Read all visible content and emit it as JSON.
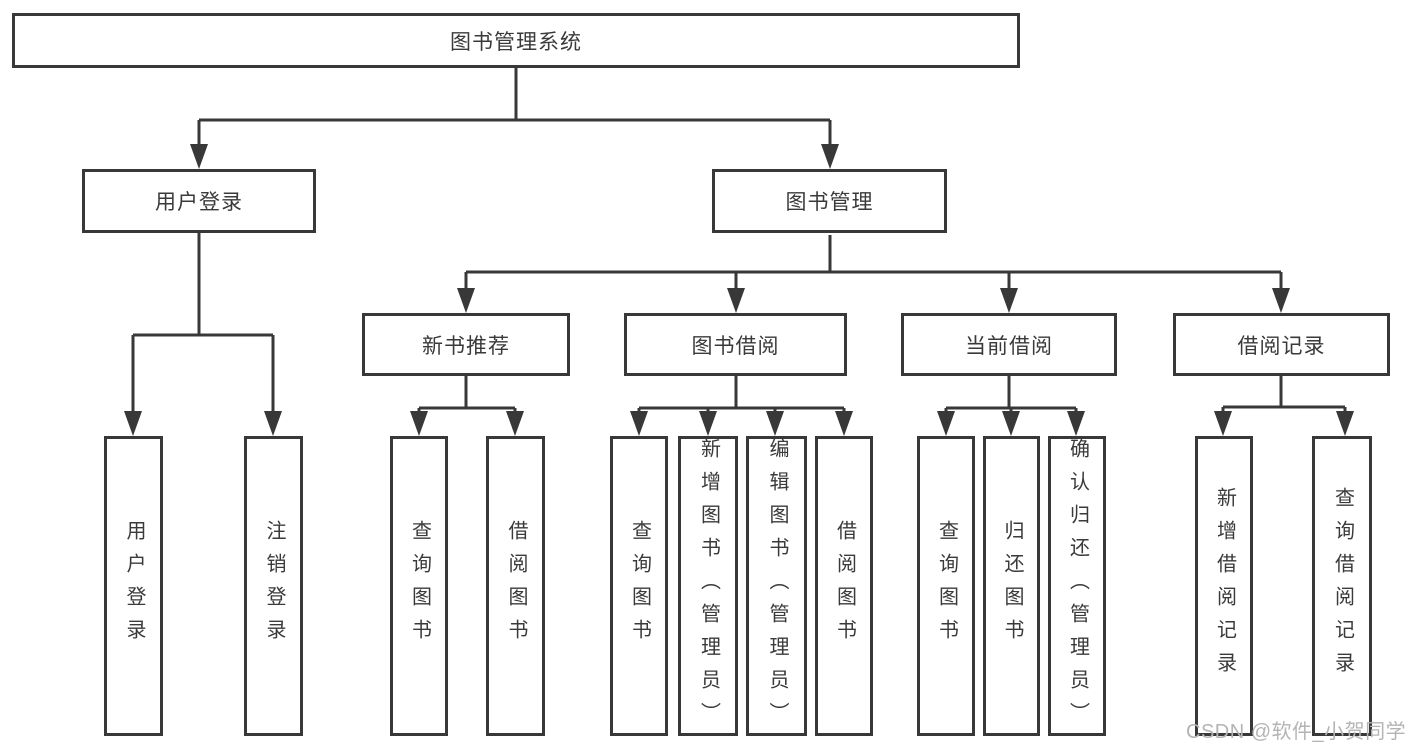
{
  "diagram": {
    "title_note": "library management system feature breakdown",
    "line_color": "#383838",
    "root": {
      "label": "图书管理系统"
    },
    "branches": [
      {
        "label": "用户登录",
        "children": [
          {
            "label": "用户登录"
          },
          {
            "label": "注销登录"
          }
        ]
      },
      {
        "label": "图书管理",
        "groups": [
          {
            "label": "新书推荐",
            "children": [
              {
                "label": "查询图书"
              },
              {
                "label": "借阅图书"
              }
            ]
          },
          {
            "label": "图书借阅",
            "children": [
              {
                "label": "查询图书"
              },
              {
                "label": "新增图书（管理员）"
              },
              {
                "label": "编辑图书（管理员）"
              },
              {
                "label": "借阅图书"
              }
            ]
          },
          {
            "label": "当前借阅",
            "children": [
              {
                "label": "查询图书"
              },
              {
                "label": "归还图书"
              },
              {
                "label": "确认归还（管理员）"
              }
            ]
          },
          {
            "label": "借阅记录",
            "children": [
              {
                "label": "新增借阅记录"
              },
              {
                "label": "查询借阅记录"
              }
            ]
          }
        ]
      }
    ]
  },
  "watermark": {
    "text": "CSDN @软件_小贺同学"
  }
}
